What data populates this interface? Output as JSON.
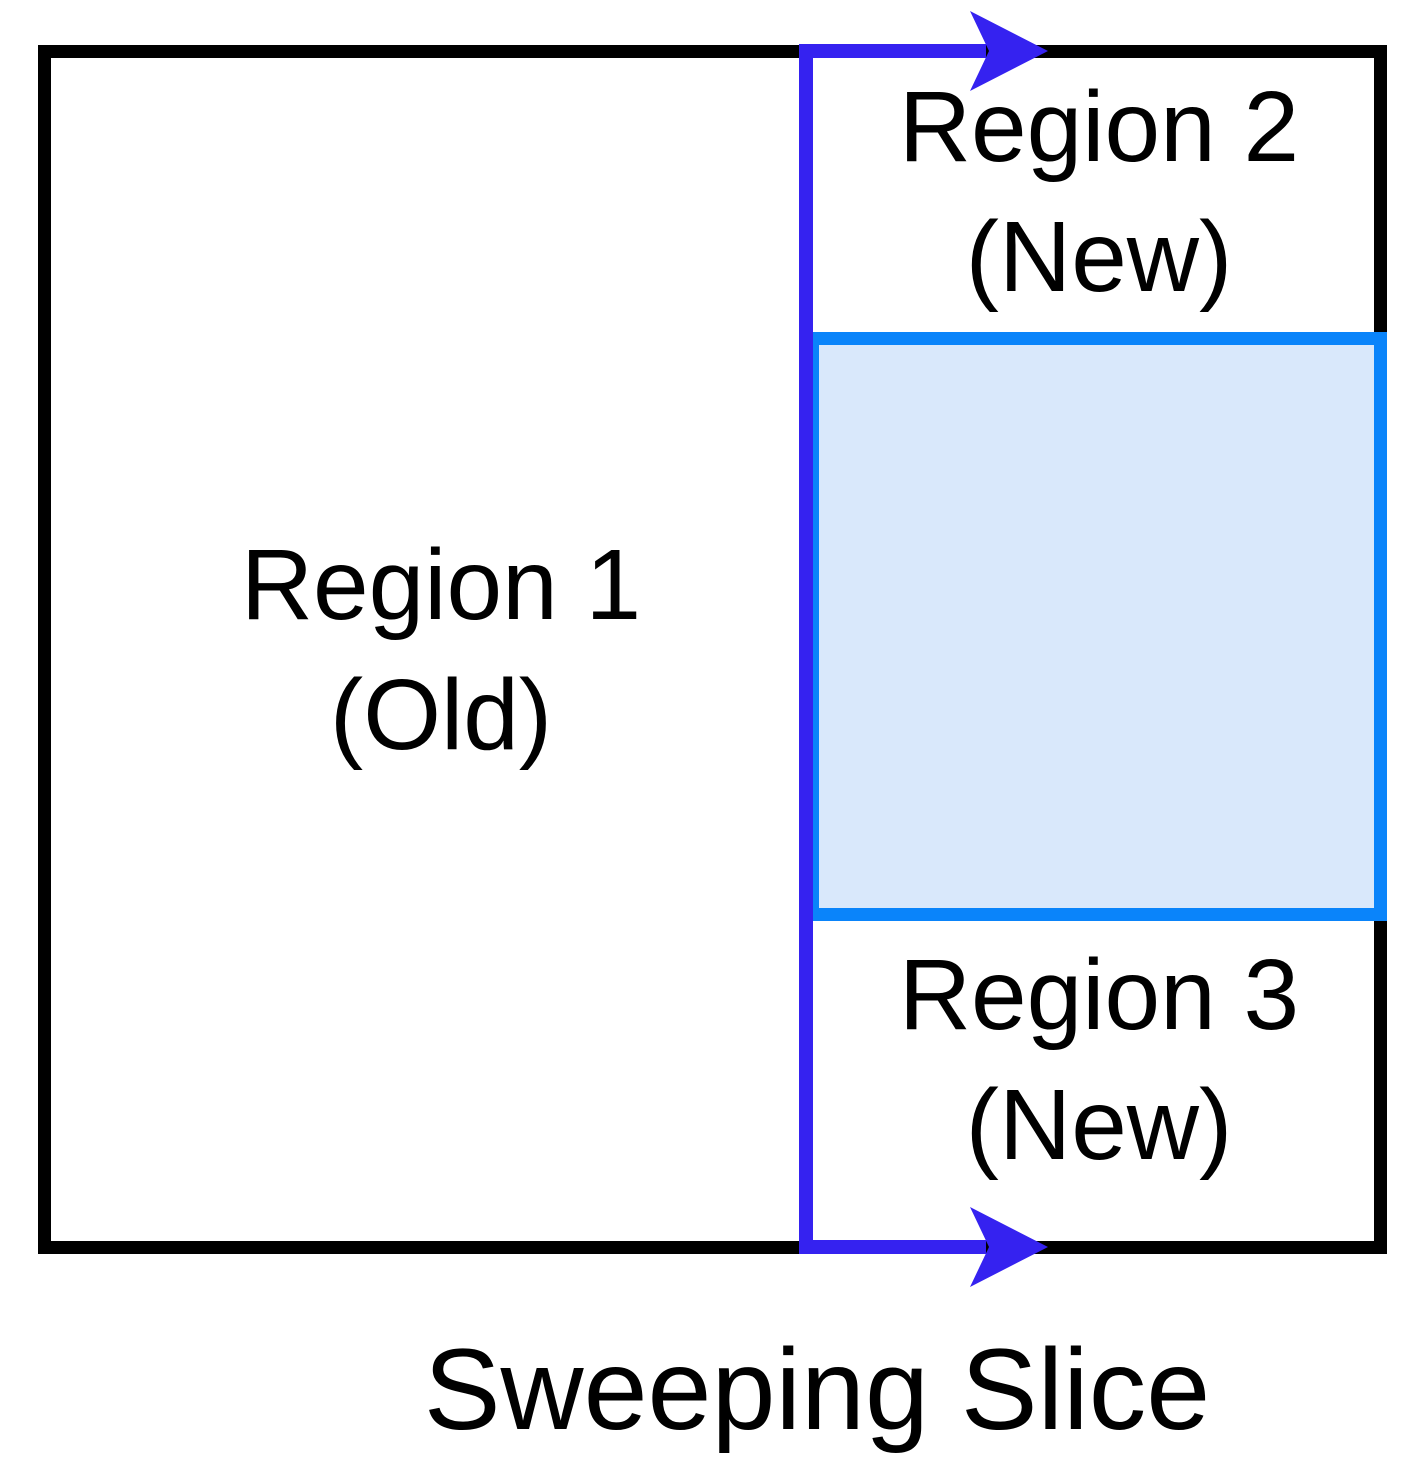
{
  "diagram": {
    "caption": "Sweeping Slice",
    "regions": [
      {
        "id": "region-1",
        "line1": "Region 1",
        "line2": "(Old)"
      },
      {
        "id": "region-2",
        "line1": "Region 2",
        "line2": "(New)"
      },
      {
        "id": "region-3",
        "line1": "Region 3",
        "line2": "(New)"
      }
    ],
    "arrows": [
      {
        "name": "top-sweep-arrow",
        "direction": "right"
      },
      {
        "name": "bottom-sweep-arrow",
        "direction": "right"
      }
    ],
    "colors": {
      "background": "#FFFFFF",
      "frame": "#000000",
      "text": "#000000",
      "slice_line": "#3522F0",
      "slice_box_border": "#0A84FA",
      "slice_box_fill": "#D9E8FB"
    }
  }
}
